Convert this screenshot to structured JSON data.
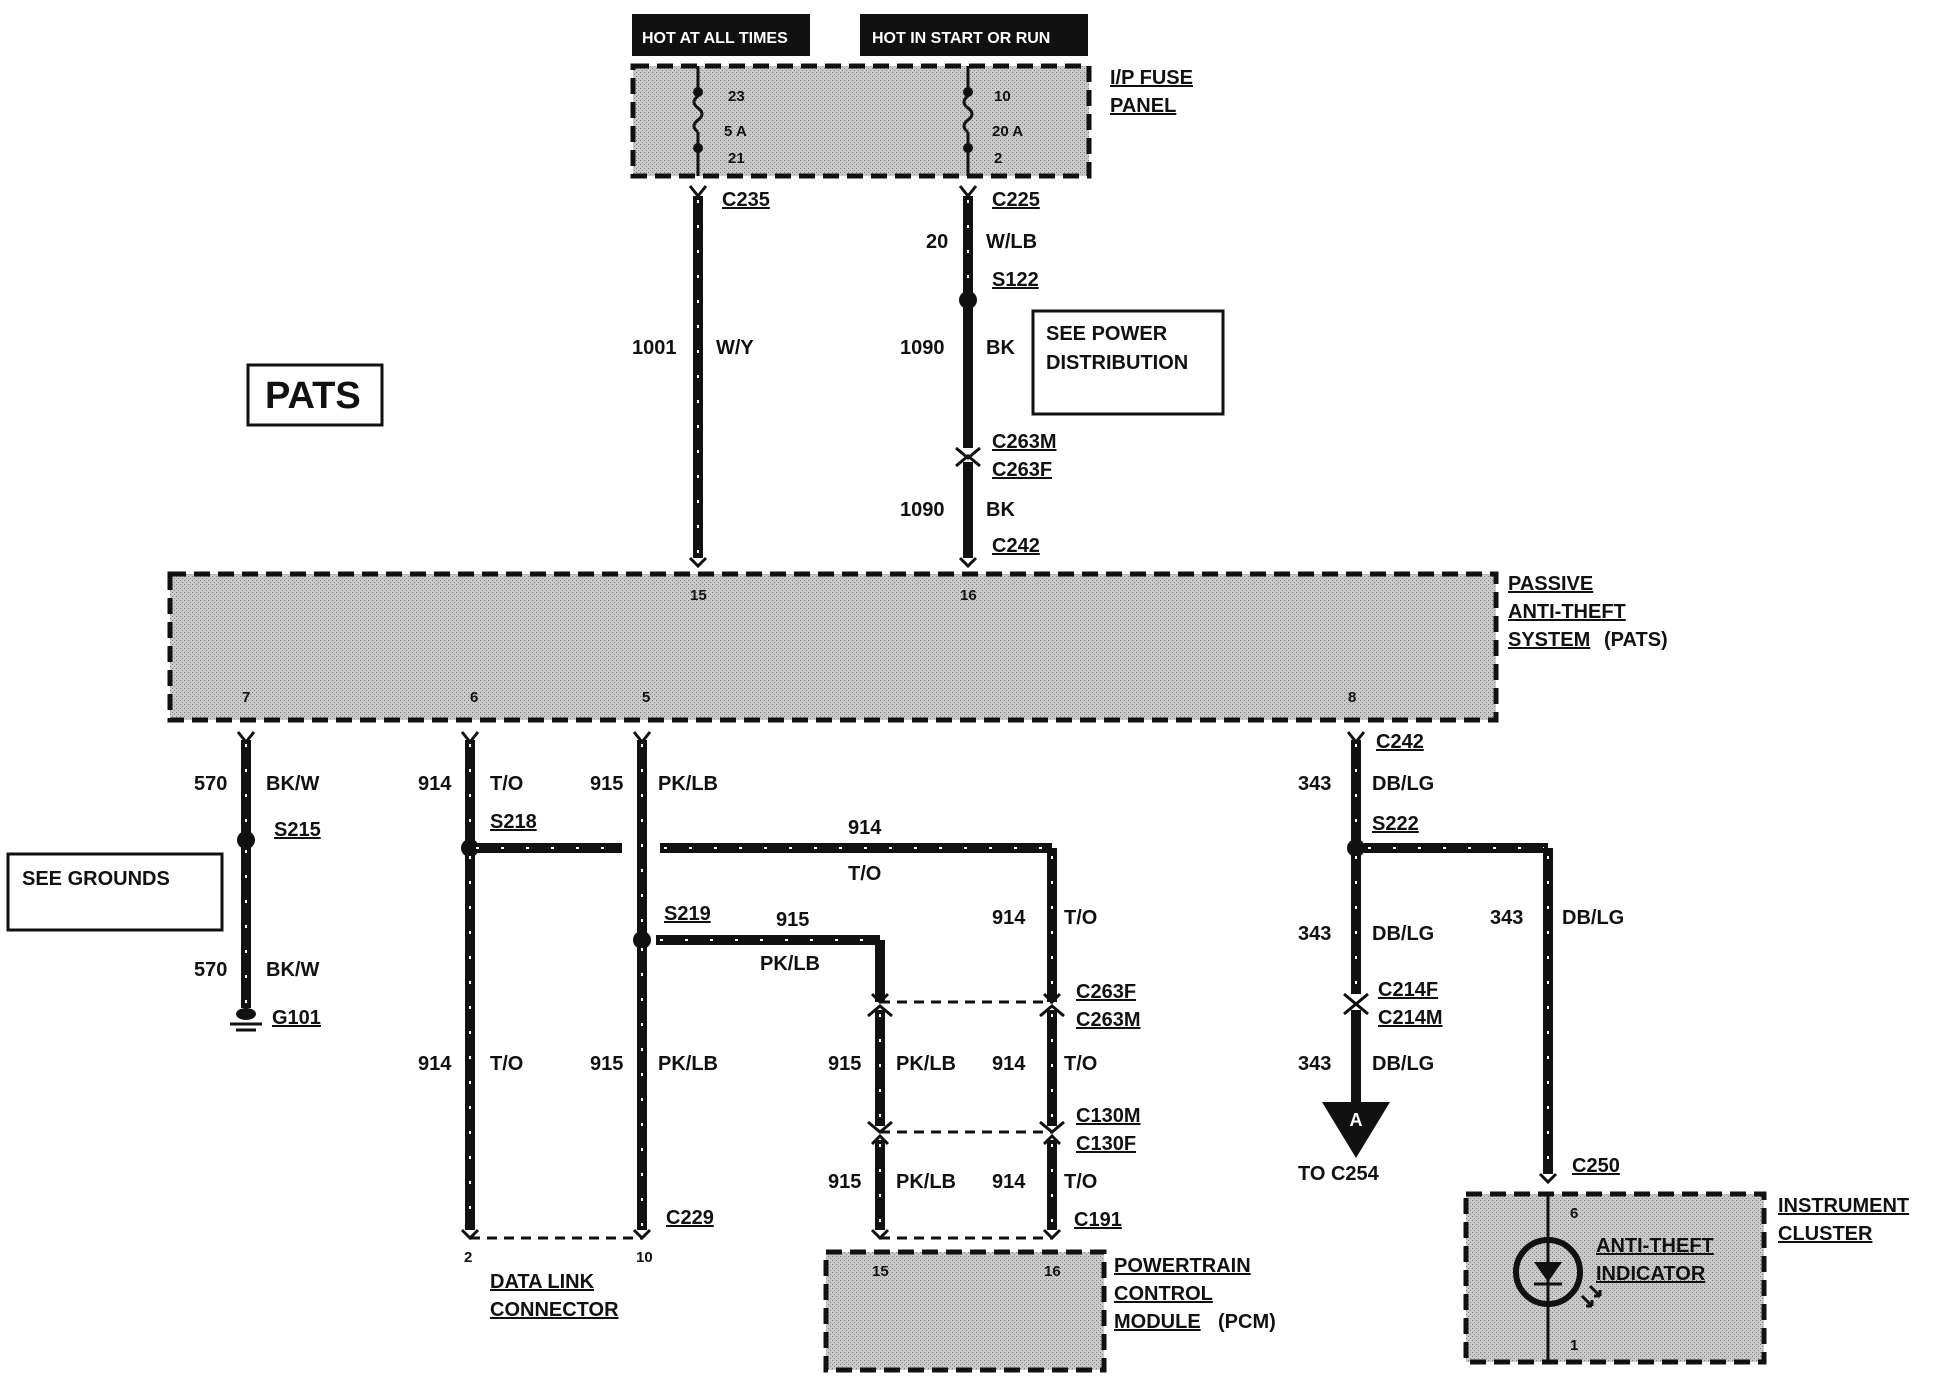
{
  "title": "PATS",
  "headers": {
    "hot_all": "HOT AT ALL TIMES",
    "hot_run": "HOT IN START OR RUN"
  },
  "fuse_panel": {
    "name_1": "I/P FUSE",
    "name_2": "PANEL",
    "fuse_a": {
      "top": "23",
      "amp": "5 A",
      "bottom": "21"
    },
    "fuse_b": {
      "top": "10",
      "amp": "20 A",
      "bottom": "2"
    }
  },
  "notes": {
    "power_1": "SEE POWER",
    "power_2": "DISTRIBUTION",
    "grounds": "SEE GROUNDS"
  },
  "pats_module": {
    "name_1": "PASSIVE",
    "name_2": "ANTI-THEFT",
    "name_3": "SYSTEM",
    "name_4": "(PATS)",
    "pins": {
      "p15": "15",
      "p16": "16",
      "p7": "7",
      "p6": "6",
      "p5": "5",
      "p8": "8"
    }
  },
  "connectors": {
    "c235": "C235",
    "c225": "C225",
    "s122": "S122",
    "c263m": "C263M",
    "c263f": "C263F",
    "c242": "C242",
    "c242b": "C242",
    "s215": "S215",
    "g101": "G101",
    "s218": "S218",
    "s219": "S219",
    "c229": "C229",
    "c263f2": "C263F",
    "c263m2": "C263M",
    "c130m": "C130M",
    "c130f": "C130F",
    "c191": "C191",
    "s222": "S222",
    "c214f": "C214F",
    "c214m": "C214M",
    "c250": "C250"
  },
  "wires": {
    "w20": "20",
    "wlb": "W/LB",
    "w1001": "1001",
    "wy": "W/Y",
    "w1090a": "1090",
    "bka": "BK",
    "w1090b": "1090",
    "bkb": "BK",
    "w570a": "570",
    "bkwa": "BK/W",
    "w570b": "570",
    "bkwb": "BK/W",
    "w914a": "914",
    "toa": "T/O",
    "w915a": "915",
    "pklba": "PK/LB",
    "w914h": "914",
    "toh": "T/O",
    "w915h": "915",
    "pklbh": "PK/LB",
    "w914r": "914",
    "tor": "T/O",
    "w914b": "914",
    "tob": "T/O",
    "w915b": "915",
    "pklbb": "PK/LB",
    "w915c": "915",
    "pklbc": "PK/LB",
    "w914c": "914",
    "toc": "T/O",
    "w915d": "915",
    "pklbd": "PK/LB",
    "w914d": "914",
    "tod": "T/O",
    "w343a": "343",
    "dblga": "DB/LG",
    "w343b": "343",
    "dblgb": "DB/LG",
    "w343c": "343",
    "dblgc": "DB/LG",
    "w343d": "343",
    "dblgd": "DB/LG"
  },
  "dlc": {
    "name_1": "DATA LINK",
    "name_2": "CONNECTOR",
    "pin2": "2",
    "pin10": "10"
  },
  "pcm": {
    "name_1": "POWERTRAIN",
    "name_2": "CONTROL",
    "name_3": "MODULE",
    "name_4": "(PCM)",
    "pin15": "15",
    "pin16": "16"
  },
  "offpage": {
    "letter": "A",
    "label": "TO C254"
  },
  "cluster": {
    "name_1": "INSTRUMENT",
    "name_2": "CLUSTER",
    "ind_1": "ANTI-THEFT",
    "ind_2": "INDICATOR",
    "pin6": "6",
    "pin1": "1"
  }
}
